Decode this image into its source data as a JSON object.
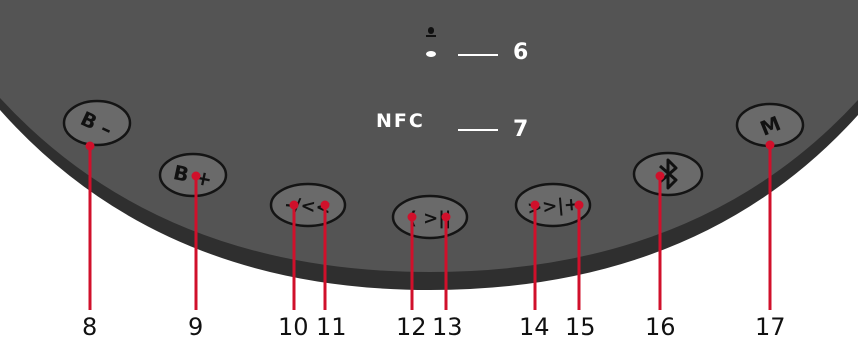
{
  "device": {
    "body_color": "#545454",
    "rim_color": "#2f2f2f",
    "button_fill": "#6a6a6a",
    "button_ring": "#141414",
    "callout_color": "#d0102b",
    "nfc_label": "NFC",
    "side_callouts": [
      "6",
      "7"
    ],
    "buttons": [
      {
        "label": "B –",
        "icon": "bass-minus"
      },
      {
        "label": "B +",
        "icon": "bass-plus"
      },
      {
        "label": "–/<<",
        "icon": "volume-down-previous"
      },
      {
        "label": "( >||",
        "icon": "call-play-pause"
      },
      {
        "label": ">>|+",
        "icon": "next-volume-up"
      },
      {
        "label": "bluetooth",
        "icon": "bluetooth-icon"
      },
      {
        "label": "M",
        "icon": "mode"
      }
    ],
    "bottom_callouts": [
      "8",
      "9",
      "10",
      "11",
      "12",
      "13",
      "14",
      "15",
      "16",
      "17"
    ]
  }
}
